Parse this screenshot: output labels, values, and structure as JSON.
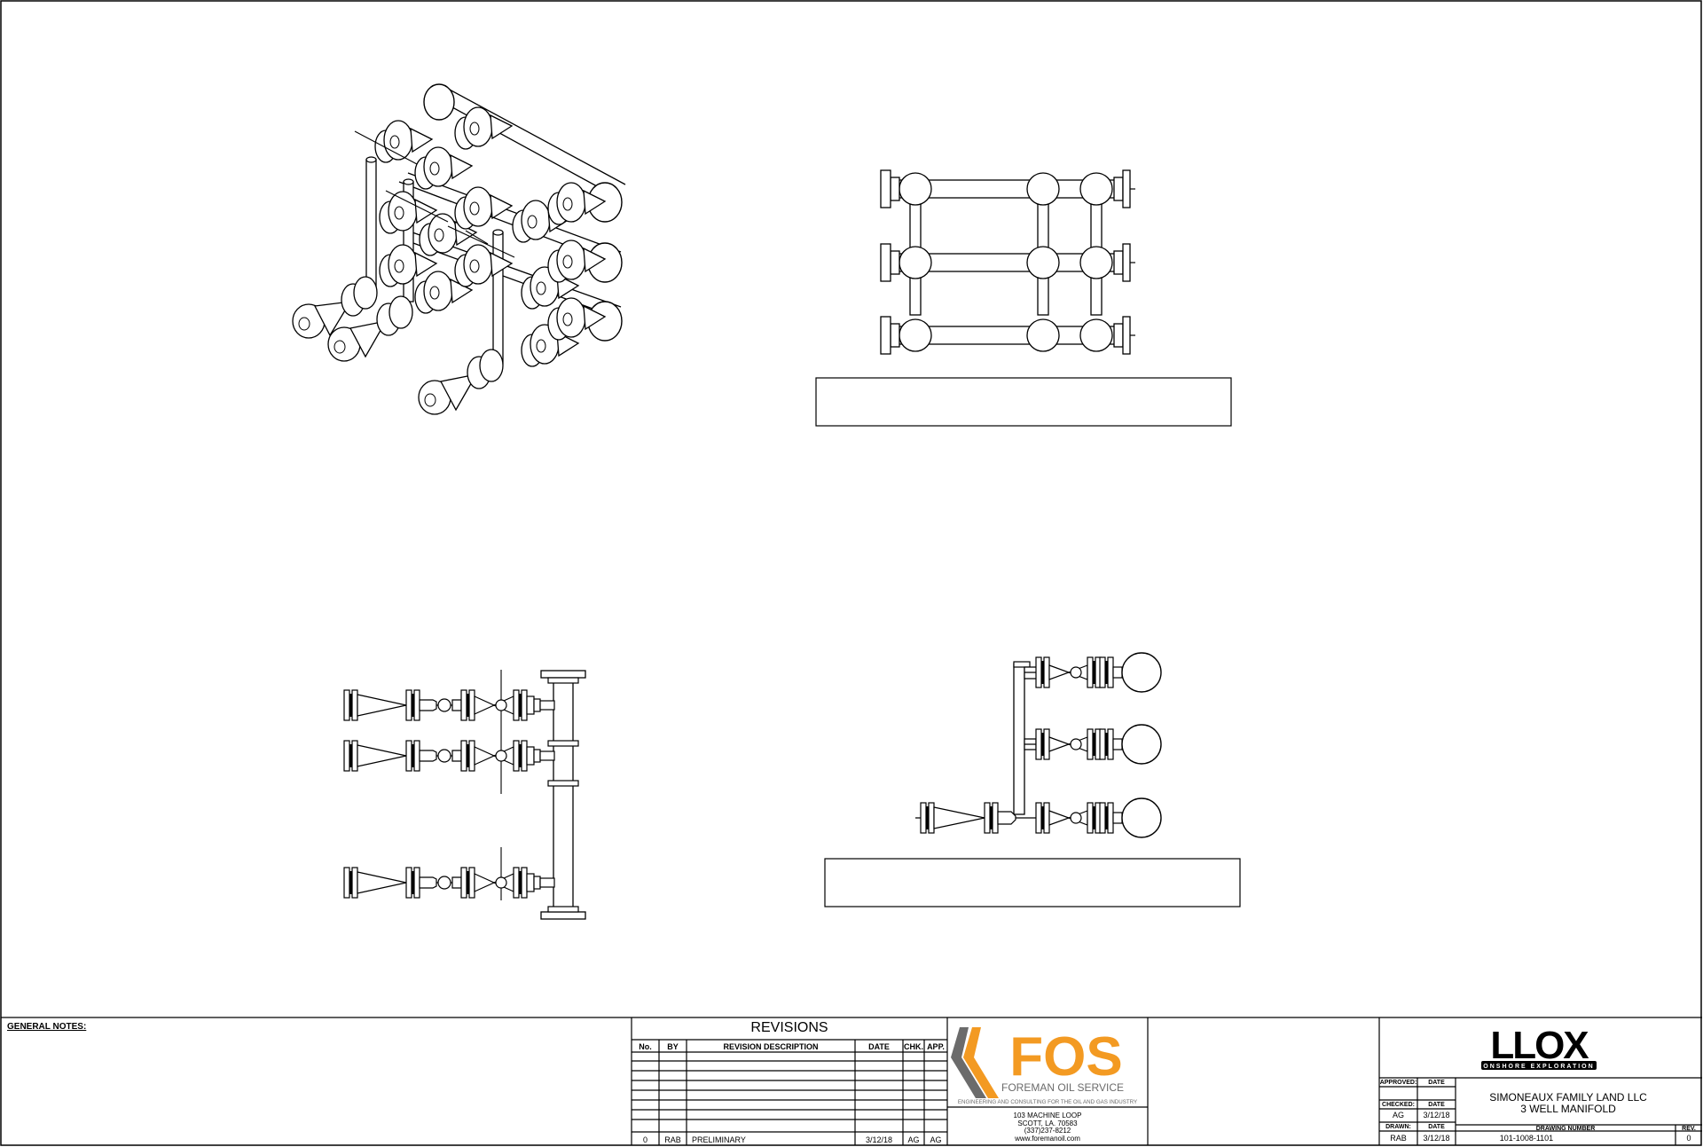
{
  "notes": {
    "label": "GENERAL NOTES:"
  },
  "revisions": {
    "title": "REVISIONS",
    "headers": {
      "no": "No.",
      "by": "BY",
      "desc": "REVISION DESCRIPTION",
      "date": "DATE",
      "chk": "CHK.",
      "app": "APP."
    },
    "rows": [
      {
        "no": "0",
        "by": "RAB",
        "desc": "PRELIMINARY",
        "date": "3/12/18",
        "chk": "AG",
        "app": "AG"
      }
    ]
  },
  "company": {
    "logo_text": "FOS",
    "name": "FOREMAN OIL SERVICE",
    "tagline": "ENGINEERING AND CONSULTING FOR THE OIL AND GAS INDUSTRY",
    "address": [
      "103 MACHINE LOOP",
      "SCOTT, LA. 70583",
      "(337)237-8212",
      "www.foremanoil.com"
    ],
    "colors": {
      "orange": "#f39a22",
      "gray": "#6b6b6b"
    }
  },
  "client": {
    "logo_text": "LLOX",
    "logo_tagline": "ONSHORE EXPLORATION"
  },
  "title_block": {
    "approved_label": "APPROVED:",
    "checked_label": "CHECKED:",
    "drawn_label": "DRAWN:",
    "date_label": "DATE",
    "checked_by": "AG",
    "checked_date": "3/12/18",
    "drawn_by": "RAB",
    "drawn_date": "3/12/18",
    "project_line1": "SIMONEAUX FAMILY LAND LLC",
    "project_line2": "3 WELL MANIFOLD",
    "drawing_number_label": "DRAWING NUMBER",
    "drawing_number": "101-1008-1101",
    "rev_label": "REV.",
    "rev": "0"
  }
}
